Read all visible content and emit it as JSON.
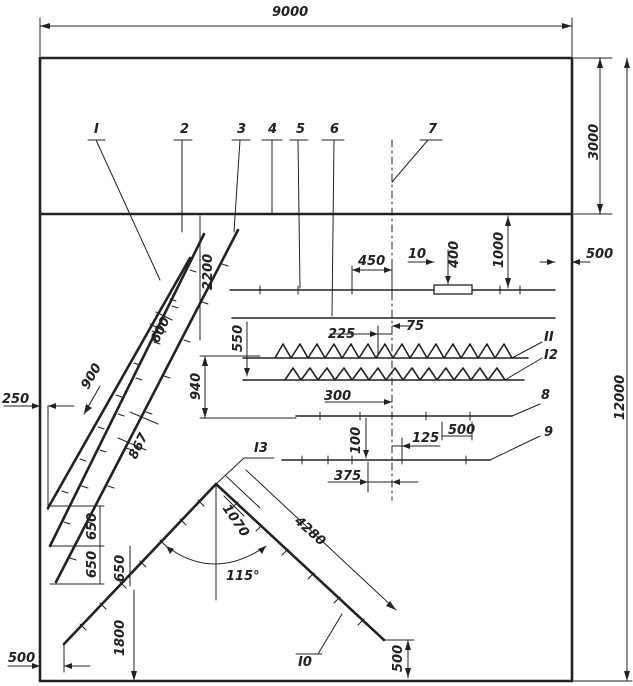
{
  "dimensions": {
    "total_width": "9000",
    "top_height": "3000",
    "total_height": "12000",
    "d_450": "450",
    "d_10": "10",
    "d_400": "400",
    "d_1000": "1000",
    "d_500_right": "500",
    "d_2200": "2200",
    "d_600": "600",
    "d_900": "900",
    "d_867": "867",
    "d_250": "250",
    "d_550": "550",
    "d_940": "940",
    "d_225": "225",
    "d_75": "75",
    "d_300": "300",
    "d_100": "100",
    "d_125": "125",
    "d_500_mid": "500",
    "d_375": "375",
    "d_650_a": "650",
    "d_650_b": "650",
    "d_650_c": "650",
    "d_1070": "1070",
    "d_4280": "4280",
    "angle": "115°",
    "d_1800": "1800",
    "d_500_left": "500",
    "d_500_bottom": "500"
  },
  "labels": {
    "n1": "I",
    "n2": "2",
    "n3": "3",
    "n4": "4",
    "n5": "5",
    "n6": "6",
    "n7": "7",
    "n8": "8",
    "n9": "9",
    "n10": "I0",
    "n11": "II",
    "n12": "I2",
    "n13": "I3"
  }
}
